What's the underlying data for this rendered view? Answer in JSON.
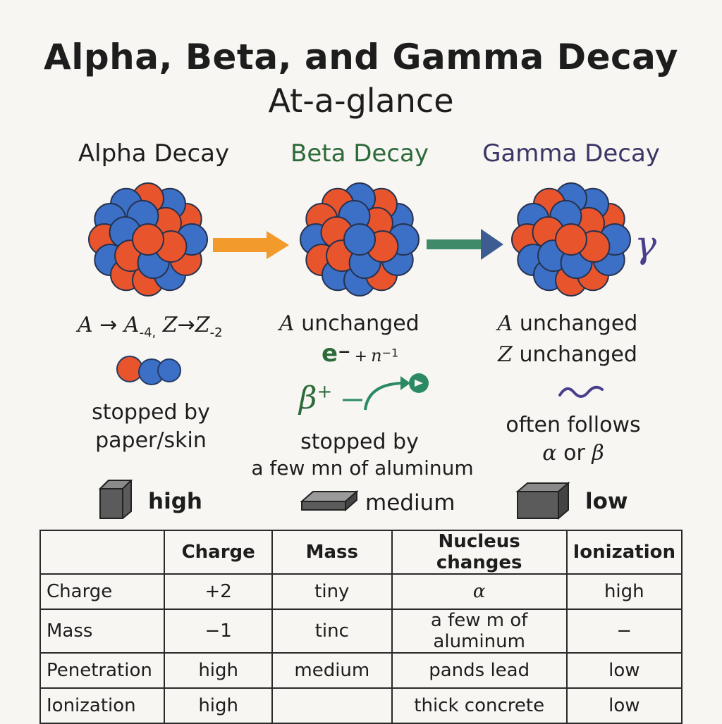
{
  "title": "Alpha, Beta, and Gamma Decay",
  "subtitle": "At-a-glance",
  "colors": {
    "alpha_heading": "#1d1d1d",
    "beta_heading": "#2d6a3a",
    "gamma_heading": "#3b3566",
    "proton": "#e8552d",
    "neutron": "#3c6fc6",
    "arrow_alpha": "#f39a2c",
    "arrow_beta": "#3f8a68",
    "arrow_beta_tip": "#3d5d92",
    "positron_curve": "#2c8a63",
    "gamma": "#4a3f8c"
  },
  "columns": {
    "alpha": {
      "heading": "Alpha Decay",
      "equation_A": "A",
      "equation_A_result": "A",
      "equation_A_sub": "-4,",
      "equation_Z": "Z",
      "equation_Z_result": "Z",
      "equation_Z_sub": "-2",
      "stopped_line1": "stopped by",
      "stopped_line2": "paper/skin",
      "ionization": "high"
    },
    "beta": {
      "heading": "Beta Decay",
      "line1_var": "A",
      "line1_text": "unchanged",
      "particle_e": "e",
      "particle_e_sup": "−",
      "particle_plus": "+",
      "particle_n": "n",
      "particle_n_sup": "−1",
      "beta_symbol": "β",
      "beta_sup": "+",
      "stopped_line1": "stopped by",
      "stopped_line2": "a few mn of aluminum",
      "ionization": "medium"
    },
    "gamma": {
      "heading": "Gamma Decay",
      "gamma_symbol": "γ",
      "line1_var": "A",
      "line1_text": "unchanged",
      "line2_var": "Z",
      "line2_text": "unchanged",
      "follows_line1": "often follows",
      "follows_alpha": "α",
      "follows_or": "or",
      "follows_beta": "β",
      "ionization": "low"
    }
  },
  "table": {
    "headers": [
      "",
      "Charge",
      "Mass",
      "Nucleus changes",
      "Ionization"
    ],
    "rows": [
      [
        "Charge",
        "+2",
        "tiny",
        "α",
        "high"
      ],
      [
        "Mass",
        "−1",
        "tinc",
        "a few m of aluminum",
        "−"
      ],
      [
        "Penetration",
        "high",
        "medium",
        "pands lead",
        "low"
      ],
      [
        "Ionization",
        "high",
        "",
        "thick concrete",
        "low"
      ]
    ]
  }
}
